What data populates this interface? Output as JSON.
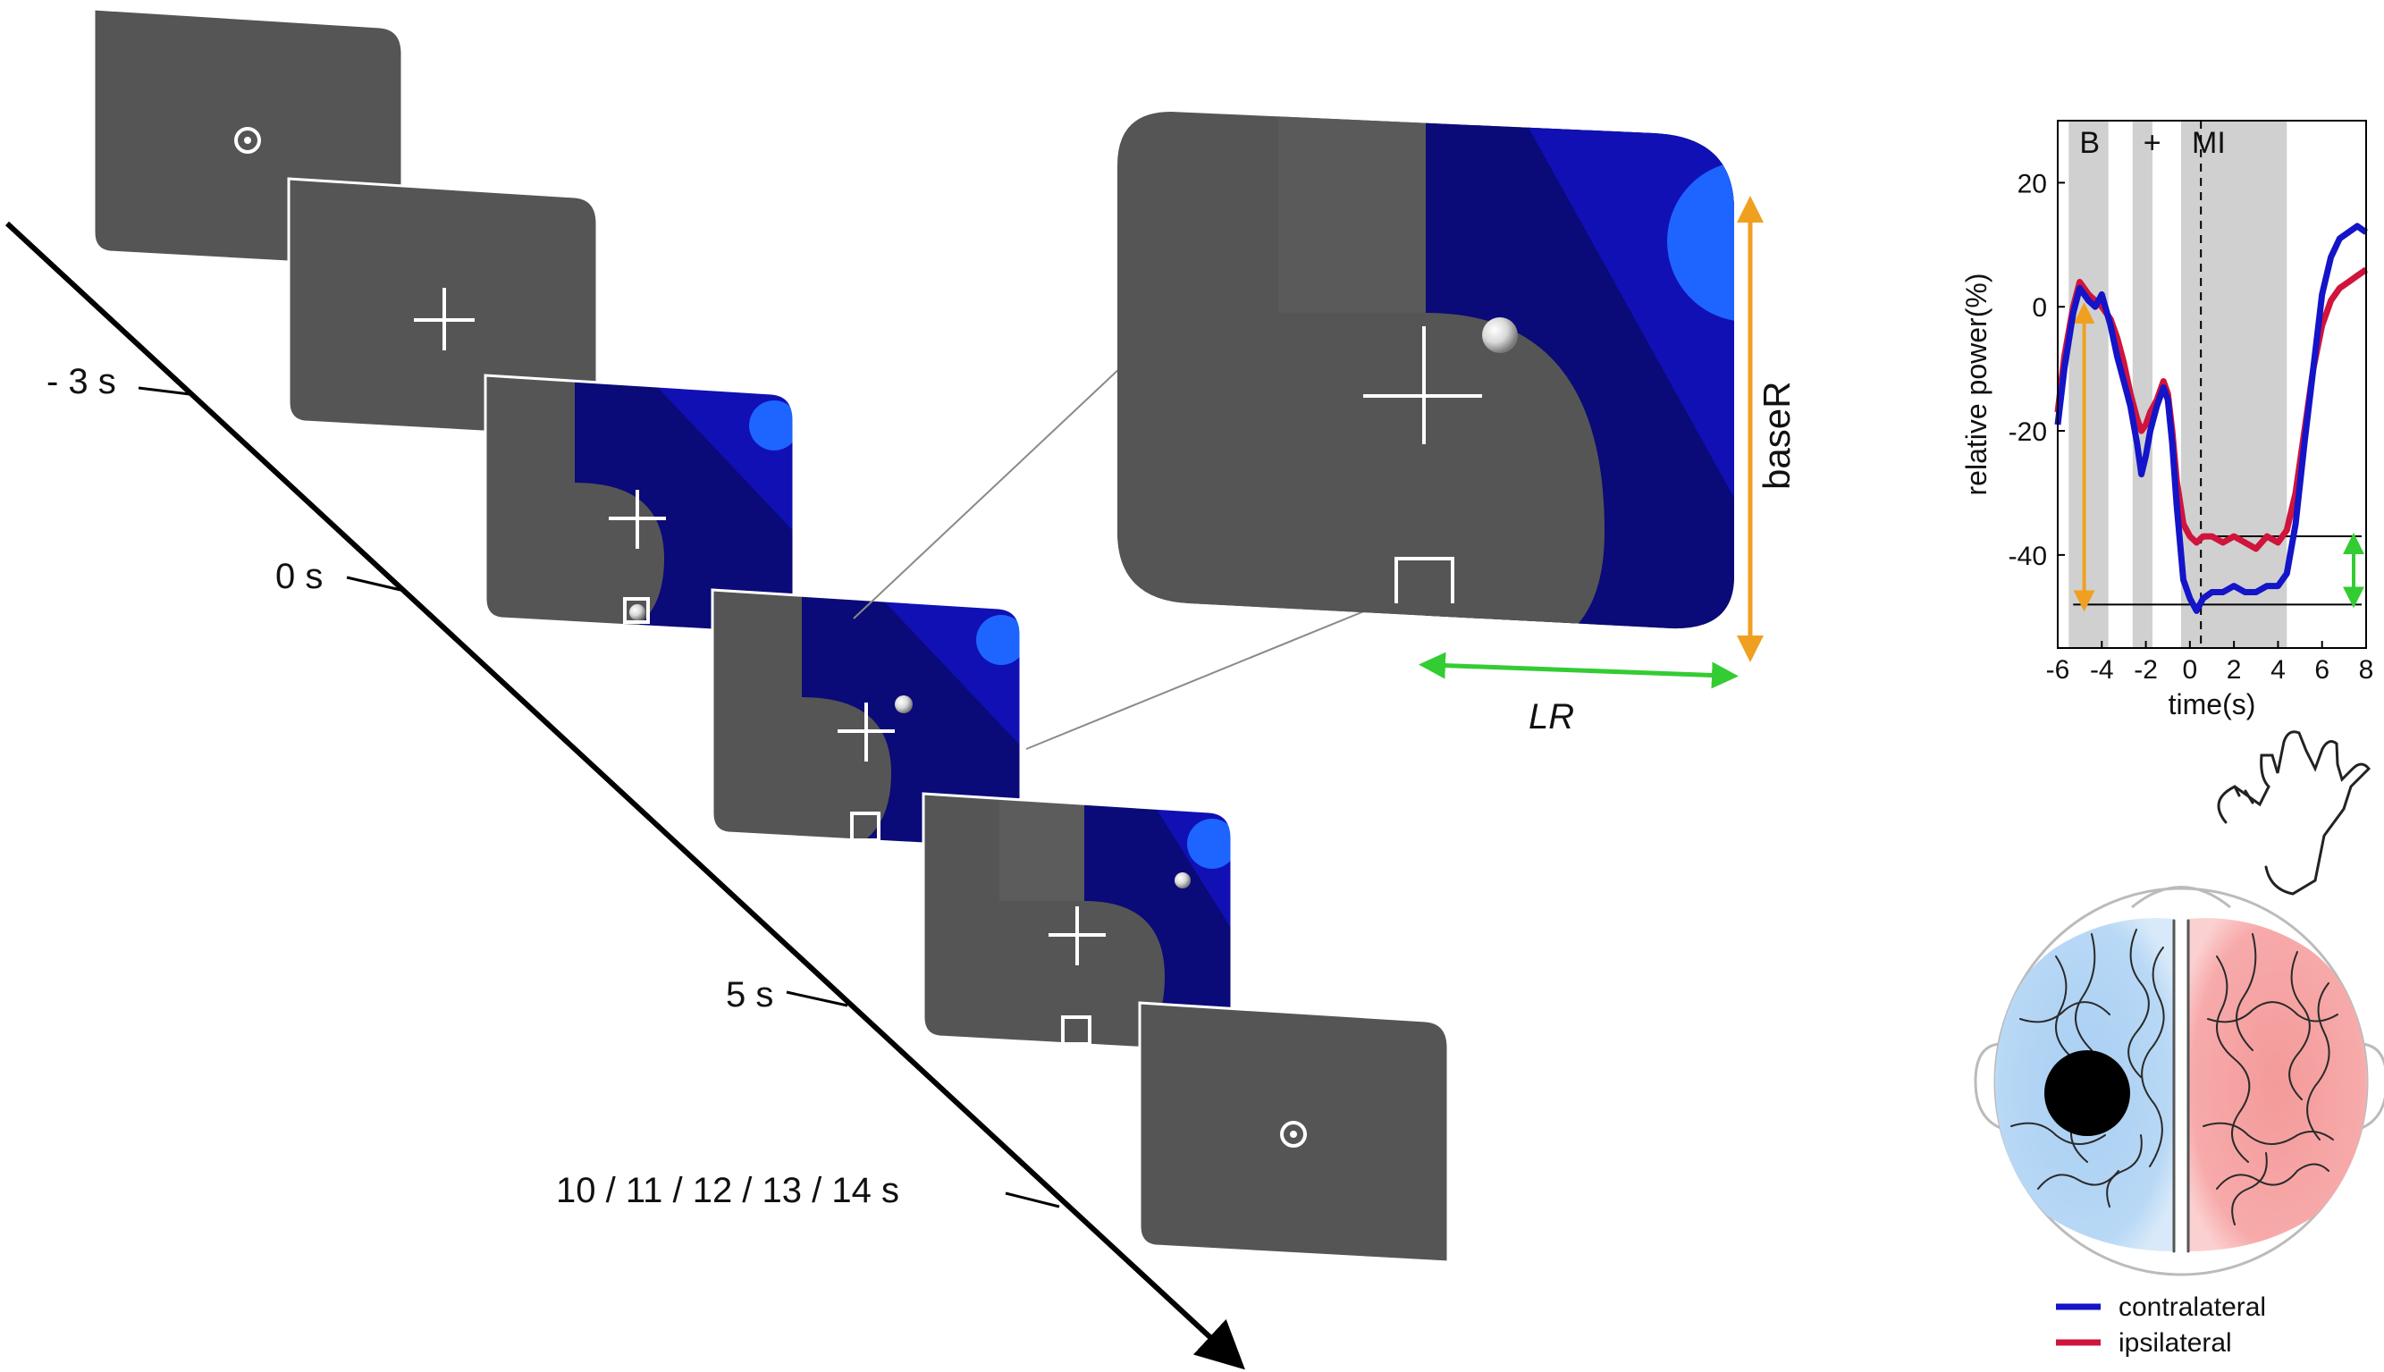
{
  "timeline": {
    "ticks": [
      "- 3 s",
      "0 s",
      "5 s",
      "10 / 11 / 12 / 13 / 14 s"
    ]
  },
  "zoom": {
    "baseline_label": "baseR",
    "lateral_label": "LR"
  },
  "chart_data": {
    "type": "line",
    "xlabel": "time(s)",
    "ylabel": "relative power(%)",
    "xlim": [
      -6,
      8
    ],
    "ylim": [
      -55,
      30
    ],
    "xticks": [
      -6,
      -4,
      -2,
      0,
      2,
      4,
      6,
      8
    ],
    "yticks": [
      20,
      0,
      -20,
      -40
    ],
    "shaded_periods": [
      {
        "label": "B",
        "x": [
          -5.5,
          -3.7
        ]
      },
      {
        "label": "+",
        "x": [
          -2.6,
          -1.7
        ]
      },
      {
        "label": "MI",
        "x": [
          -0.4,
          4.4
        ]
      }
    ],
    "onset_line_x": 0.5,
    "reference_levels": [
      -37,
      -48
    ],
    "series": [
      {
        "name": "contralateral",
        "color": "#1414c8",
        "x": [
          -6,
          -5.7,
          -5.3,
          -5,
          -4.6,
          -4.3,
          -4,
          -3.6,
          -3.3,
          -3,
          -2.7,
          -2.4,
          -2.2,
          -2,
          -1.8,
          -1.5,
          -1.2,
          -1,
          -0.8,
          -0.6,
          -0.3,
          0,
          0.3,
          0.6,
          1,
          1.5,
          2,
          2.5,
          3,
          3.5,
          4,
          4.4,
          4.8,
          5.2,
          5.6,
          6,
          6.4,
          6.8,
          7.2,
          7.6,
          8
        ],
        "y": [
          -19,
          -10,
          -1,
          3,
          1,
          0,
          2,
          -3,
          -8,
          -12,
          -16,
          -22,
          -27,
          -24,
          -20,
          -16,
          -13,
          -15,
          -22,
          -32,
          -44,
          -47,
          -49,
          -47,
          -46,
          -46,
          -45,
          -46,
          -46,
          -45,
          -45,
          -43,
          -35,
          -22,
          -10,
          2,
          8,
          11,
          12,
          13,
          12
        ]
      },
      {
        "name": "ipsilateral",
        "color": "#d0143c",
        "x": [
          -6,
          -5.7,
          -5.3,
          -5,
          -4.6,
          -4.3,
          -4,
          -3.6,
          -3.3,
          -3,
          -2.7,
          -2.4,
          -2.2,
          -2,
          -1.8,
          -1.5,
          -1.2,
          -1,
          -0.8,
          -0.6,
          -0.3,
          0,
          0.3,
          0.6,
          1,
          1.5,
          2,
          2.5,
          3,
          3.5,
          4,
          4.4,
          4.8,
          5.2,
          5.6,
          6,
          6.4,
          6.8,
          7.2,
          7.6,
          8
        ],
        "y": [
          -17,
          -8,
          0,
          4,
          2,
          1,
          0,
          -2,
          -5,
          -9,
          -14,
          -18,
          -20,
          -19,
          -17,
          -15,
          -12,
          -14,
          -20,
          -28,
          -35,
          -37,
          -38,
          -37,
          -37,
          -38,
          -37,
          -38,
          -39,
          -37,
          -38,
          -36,
          -30,
          -20,
          -10,
          -3,
          1,
          3,
          4,
          5,
          6
        ]
      }
    ]
  }
}
